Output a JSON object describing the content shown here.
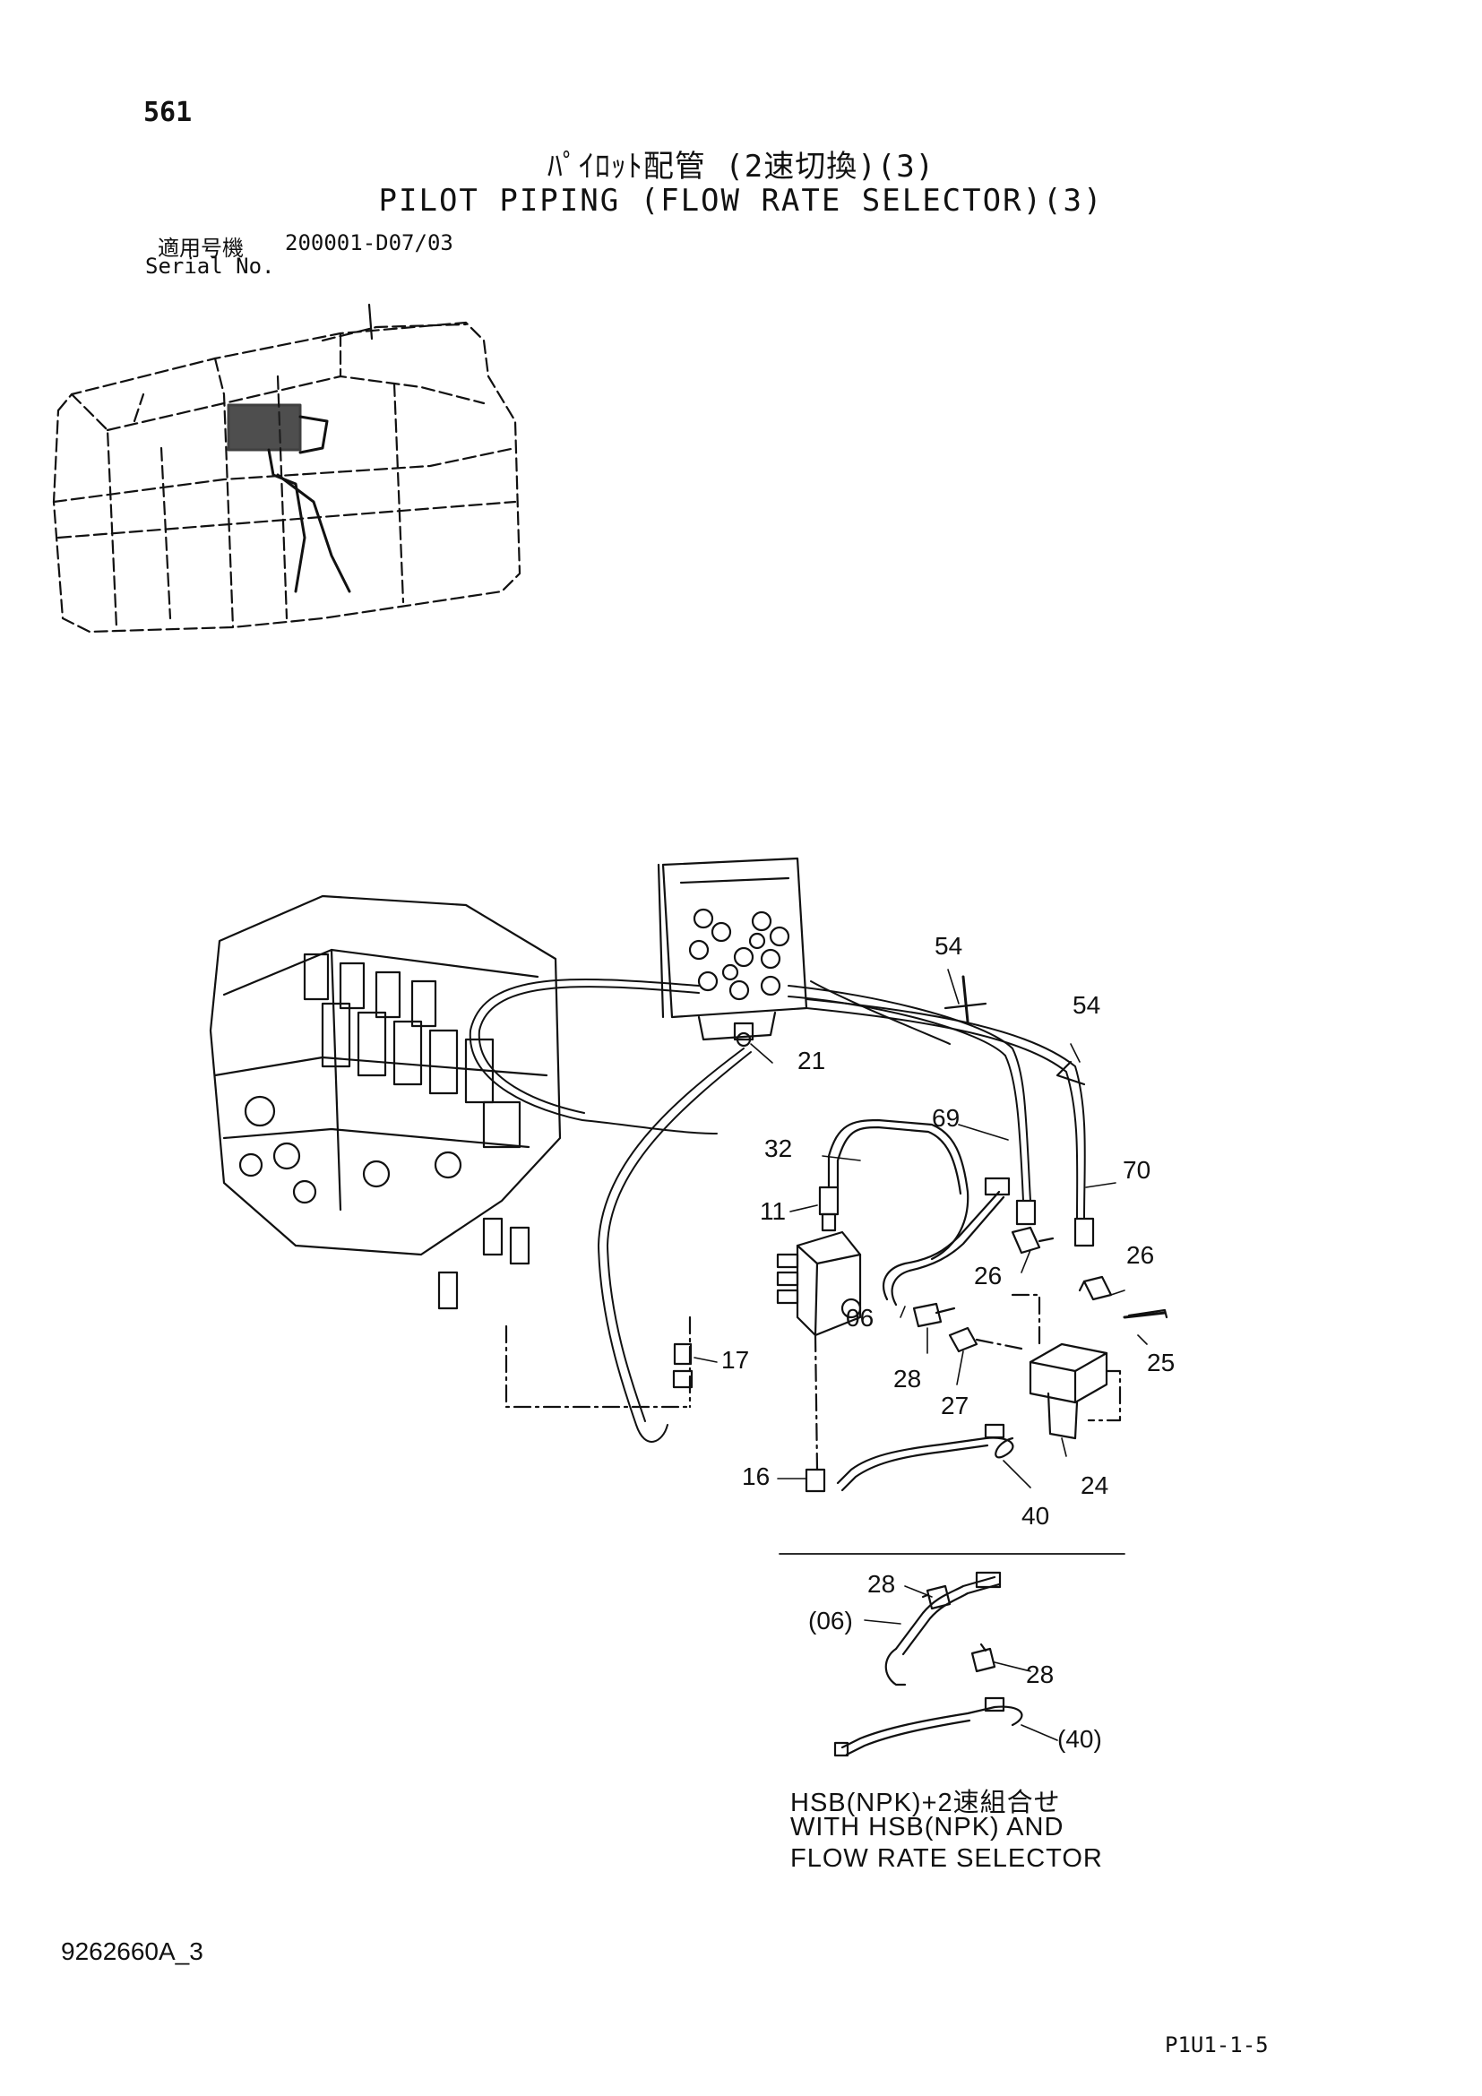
{
  "header": {
    "page_number": "561",
    "title_ja": "ﾊﾟｲﾛｯﾄ配管 (2速切換)(3)",
    "title_en": "PILOT PIPING (FLOW RATE SELECTOR)(3)",
    "serial_label_ja": "適用号機",
    "serial_label_en": "Serial No.",
    "serial_value": "200001-D07/03"
  },
  "callouts": {
    "c54a": "54",
    "c54b": "54",
    "c21": "21",
    "c69": "69",
    "c70": "70",
    "c32": "32",
    "c11": "11",
    "c26a": "26",
    "c26b": "26",
    "c25": "25",
    "c06": "06",
    "c28": "28",
    "c27": "27",
    "c17": "17",
    "c16": "16",
    "c24": "24",
    "c40": "40"
  },
  "detail_callouts": {
    "d28a": "28",
    "d06": "(06)",
    "d28b": "28",
    "d40": "(40)"
  },
  "note": {
    "line1": "HSB(NPK)+2速組合せ",
    "line2": "WITH HSB(NPK) AND",
    "line3": "FLOW RATE SELECTOR"
  },
  "footer": {
    "drawing_number": "9262660A_3",
    "page_code": "P1U1-1-5"
  }
}
